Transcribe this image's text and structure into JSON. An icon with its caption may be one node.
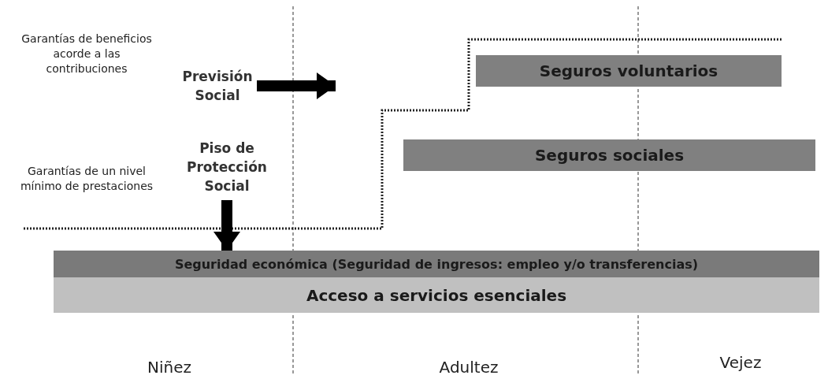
{
  "diagram": {
    "nodes": [
      {
        "text": [
          "Previsión Social"
        ]
      },
      {
        "text": [
          "Seguros voluntarios"
        ]
      },
      {
        "text": [
          "Piso de Protección Social"
        ]
      },
      {
        "text": [
          "Seguros sociales"
        ]
      },
      {
        "text": [
          "Seguridad económica (Seguridad de ingresos: empleo y/o transferencias)"
        ]
      },
      {
        "text": [
          "Acceso a servicios esenciales"
        ]
      }
    ],
    "edges": [
      {
        "from": 0,
        "to": null,
        "arrow": "to"
      },
      {
        "from": 2,
        "to": 4,
        "arrow": "to"
      }
    ],
    "labels": [
      "Garantías de beneficios acorde a las contribuciones",
      "Garantías de un nivel mínimo de prestaciones",
      "Niñez",
      "Adultez",
      "Vejez"
    ]
  }
}
